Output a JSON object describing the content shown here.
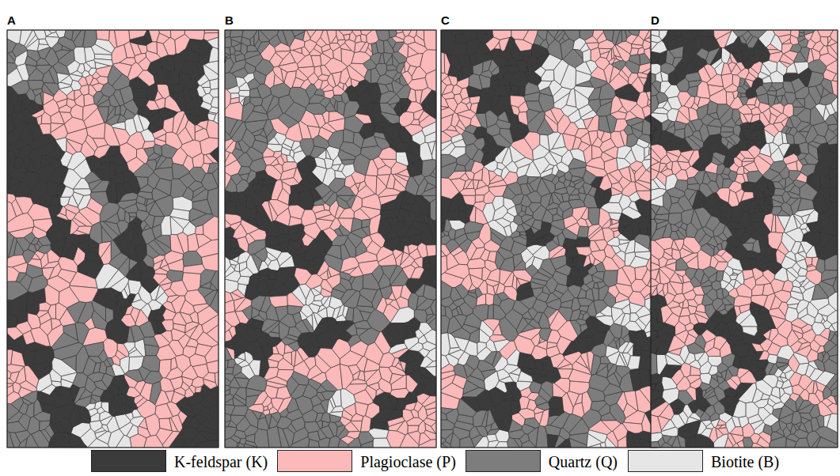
{
  "diagram": {
    "labels": [
      "A",
      "B",
      "C",
      "D"
    ],
    "legend": [
      {
        "text": "K-feldspar (K)",
        "color": "#3b3b3b"
      },
      {
        "text": "Plagioclase (P)",
        "color": "#fbb9b9"
      },
      {
        "text": "Quartz (Q)",
        "color": "#7d7d7d"
      },
      {
        "text": "Biotite (B)",
        "color": "#e6e6e6"
      }
    ]
  }
}
